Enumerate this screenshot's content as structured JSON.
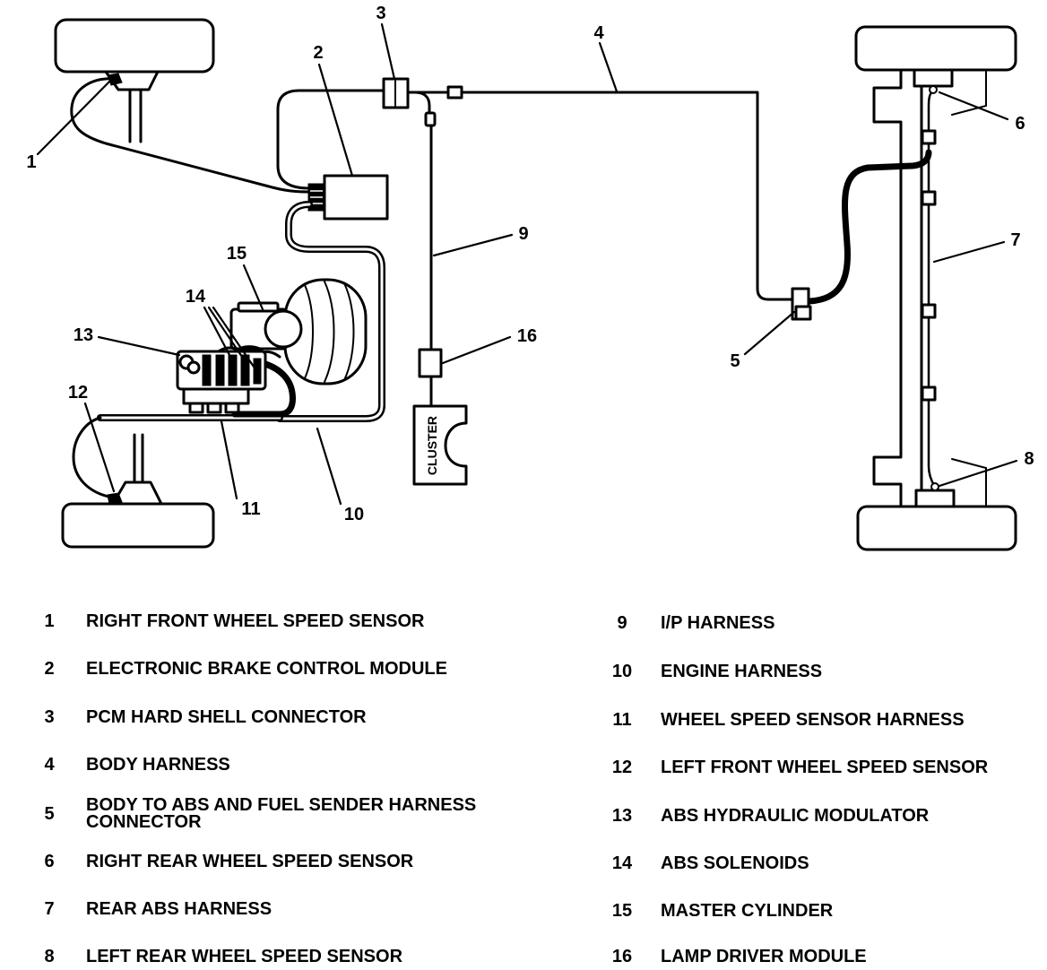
{
  "diagram": {
    "callouts": [
      "1",
      "2",
      "3",
      "4",
      "5",
      "6",
      "7",
      "8",
      "9",
      "10",
      "11",
      "12",
      "13",
      "14",
      "15",
      "16"
    ],
    "cluster_label": "CLUSTER"
  },
  "legend": {
    "left": [
      {
        "num": "1",
        "label": "RIGHT FRONT WHEEL SPEED SENSOR"
      },
      {
        "num": "2",
        "label": "ELECTRONIC BRAKE CONTROL MODULE"
      },
      {
        "num": "3",
        "label": "PCM HARD SHELL CONNECTOR"
      },
      {
        "num": "4",
        "label": "BODY HARNESS"
      },
      {
        "num": "5",
        "label": "BODY TO ABS AND FUEL SENDER HARNESS CONNECTOR"
      },
      {
        "num": "6",
        "label": "RIGHT REAR WHEEL SPEED SENSOR"
      },
      {
        "num": "7",
        "label": "REAR ABS HARNESS"
      },
      {
        "num": "8",
        "label": "LEFT REAR WHEEL SPEED SENSOR"
      }
    ],
    "right": [
      {
        "num": "9",
        "label": "I/P HARNESS"
      },
      {
        "num": "10",
        "label": "ENGINE HARNESS"
      },
      {
        "num": "11",
        "label": "WHEEL SPEED SENSOR HARNESS"
      },
      {
        "num": "12",
        "label": "LEFT FRONT WHEEL SPEED SENSOR"
      },
      {
        "num": "13",
        "label": "ABS HYDRAULIC MODULATOR"
      },
      {
        "num": "14",
        "label": "ABS SOLENOIDS"
      },
      {
        "num": "15",
        "label": "MASTER CYLINDER"
      },
      {
        "num": "16",
        "label": "LAMP DRIVER MODULE"
      }
    ]
  }
}
